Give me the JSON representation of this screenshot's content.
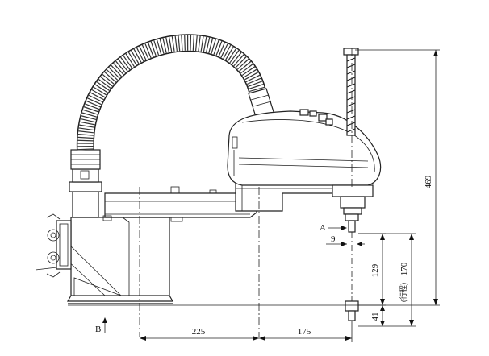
{
  "dimensions": {
    "d469": "469",
    "d170": "170",
    "d170_note": "(行程)",
    "d129": "129",
    "d41": "41",
    "d225": "225",
    "d175": "175",
    "d9": "9"
  },
  "labels": {
    "view_a": "A",
    "view_b": "B"
  }
}
